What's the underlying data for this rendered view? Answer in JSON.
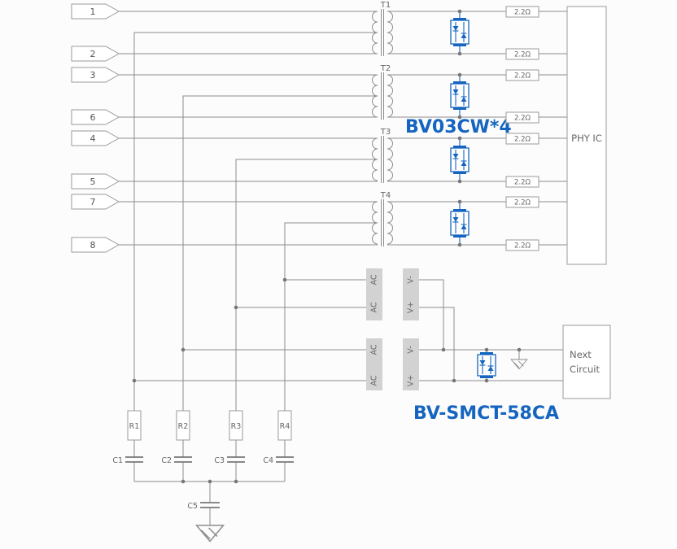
{
  "colors": {
    "accent_blue": "#1565c0",
    "wire_gray": "#8c8c8c",
    "text_gray": "#666666",
    "block_fill": "#d2d2d2",
    "background": "#fcfcfc"
  },
  "pins": [
    {
      "label": "1"
    },
    {
      "label": "2"
    },
    {
      "label": "3"
    },
    {
      "label": "6"
    },
    {
      "label": "4"
    },
    {
      "label": "5"
    },
    {
      "label": "7"
    },
    {
      "label": "8"
    }
  ],
  "transformers": [
    {
      "label": "T1"
    },
    {
      "label": "T2"
    },
    {
      "label": "T3"
    },
    {
      "label": "T4"
    }
  ],
  "series_resistors": {
    "values": [
      "2.2Ω",
      "2.2Ω",
      "2.2Ω",
      "2.2Ω",
      "2.2Ω",
      "2.2Ω",
      "2.2Ω",
      "2.2Ω"
    ]
  },
  "tvs_array": {
    "part_label": "BV03CW*4"
  },
  "bridge_module": {
    "part_label": "BV-SMCT-58CA"
  },
  "bridge_terminals": {
    "ac": "AC",
    "vminus": "V-",
    "vplus": "V+"
  },
  "phy": {
    "label": "PHY IC"
  },
  "next_circuit": {
    "line1": "Next",
    "line2": "Circuit"
  },
  "termination": {
    "resistors": [
      {
        "label": "R1"
      },
      {
        "label": "R2"
      },
      {
        "label": "R3"
      },
      {
        "label": "R4"
      }
    ],
    "capacitors": [
      {
        "label": "C1"
      },
      {
        "label": "C2"
      },
      {
        "label": "C3"
      },
      {
        "label": "C4"
      },
      {
        "label": "C5"
      }
    ]
  }
}
